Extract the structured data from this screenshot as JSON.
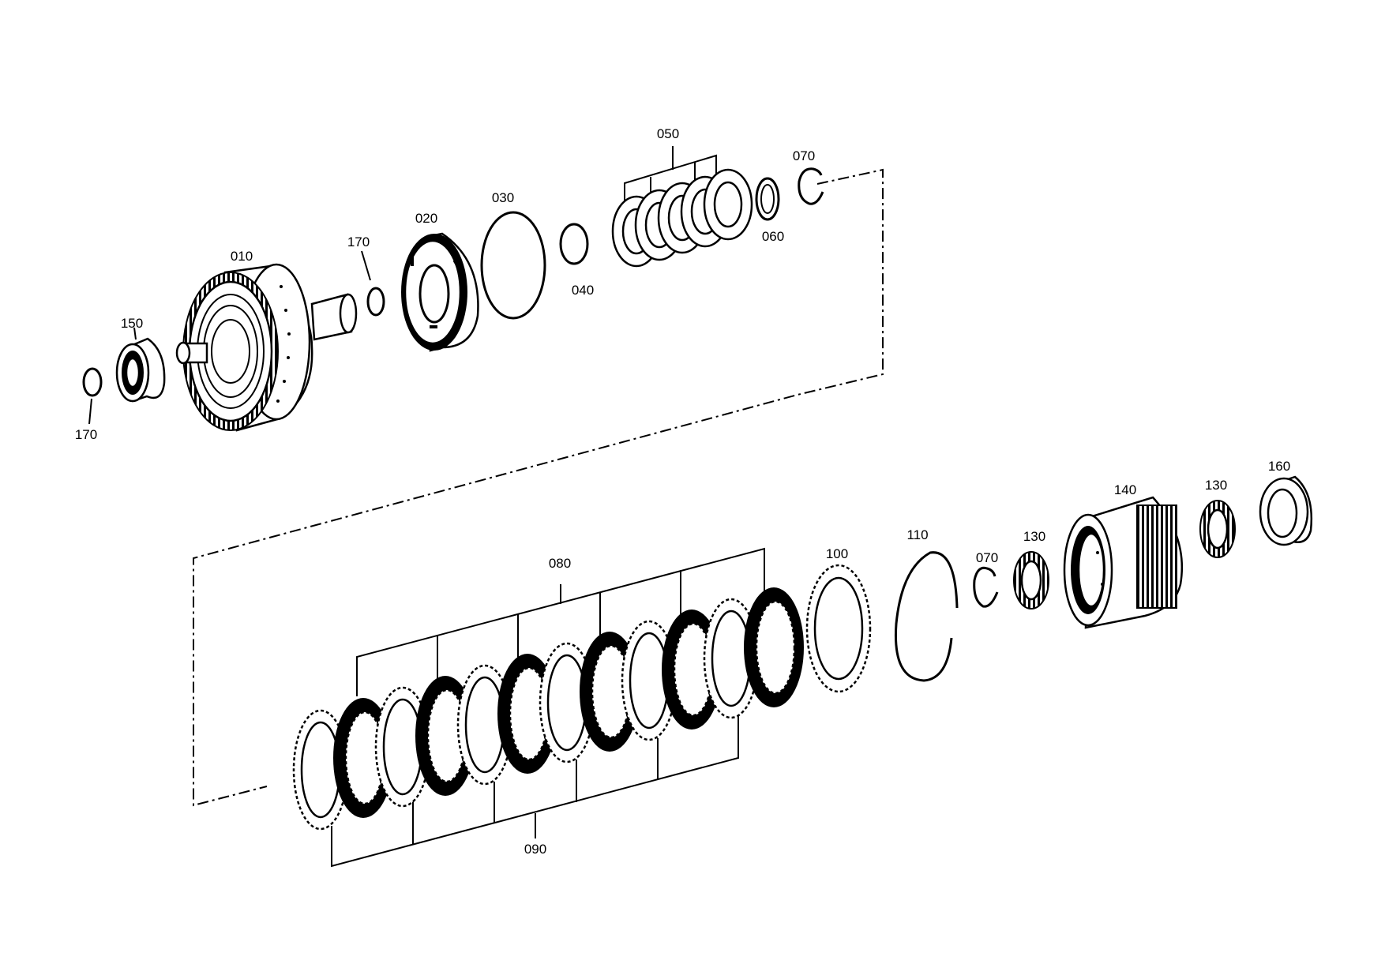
{
  "labels": {
    "p010": "010",
    "p020": "020",
    "p030": "030",
    "p040": "040",
    "p050": "050",
    "p060": "060",
    "p070a": "070",
    "p070b": "070",
    "p080": "080",
    "p090": "090",
    "p100": "100",
    "p110": "110",
    "p130a": "130",
    "p130b": "130",
    "p140": "140",
    "p150": "150",
    "p160": "160",
    "p170a": "170",
    "p170b": "170"
  }
}
